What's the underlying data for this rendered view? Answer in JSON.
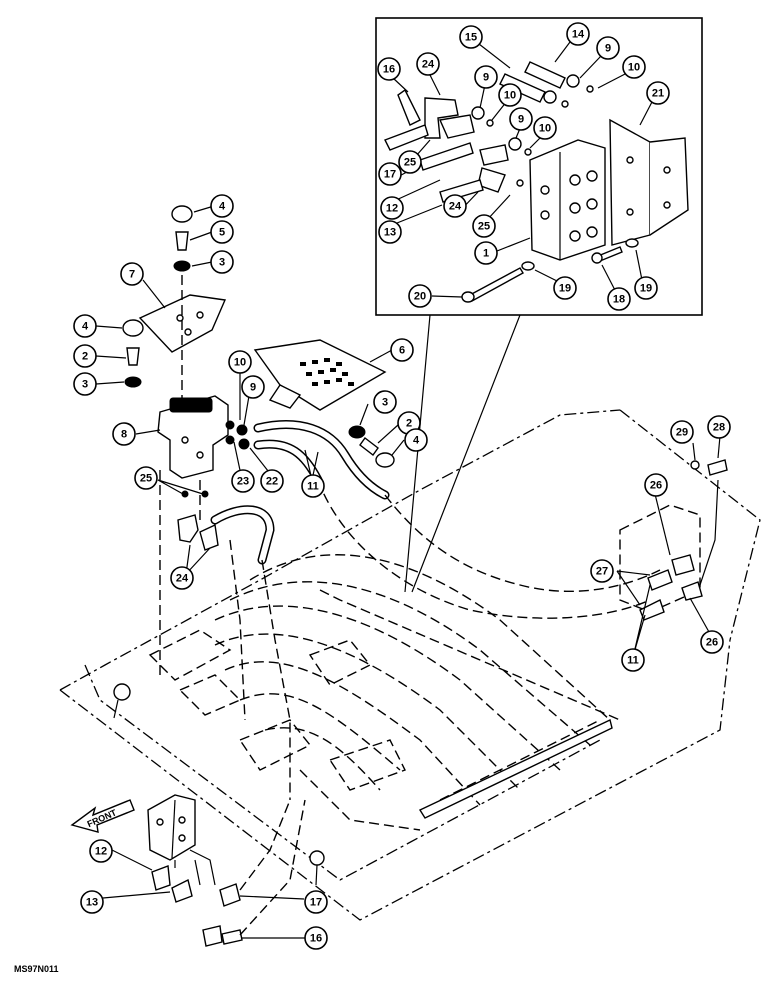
{
  "drawing_id": "MS97N011",
  "front_label": "FRONT",
  "callouts": [
    {
      "id": "c-inset-15",
      "label": "15"
    },
    {
      "id": "c-inset-14",
      "label": "14"
    },
    {
      "id": "c-inset-9a",
      "label": "9"
    },
    {
      "id": "c-inset-10a",
      "label": "10"
    },
    {
      "id": "c-inset-16",
      "label": "16"
    },
    {
      "id": "c-inset-24a",
      "label": "24"
    },
    {
      "id": "c-inset-9b",
      "label": "9"
    },
    {
      "id": "c-inset-10b",
      "label": "10"
    },
    {
      "id": "c-inset-9c",
      "label": "9"
    },
    {
      "id": "c-inset-10c",
      "label": "10"
    },
    {
      "id": "c-inset-21",
      "label": "21"
    },
    {
      "id": "c-inset-25",
      "label": "25"
    },
    {
      "id": "c-inset-17",
      "label": "17"
    },
    {
      "id": "c-inset-12",
      "label": "12"
    },
    {
      "id": "c-inset-24b",
      "label": "24"
    },
    {
      "id": "c-inset-25b",
      "label": "25"
    },
    {
      "id": "c-inset-13",
      "label": "13"
    },
    {
      "id": "c-inset-1",
      "label": "1"
    },
    {
      "id": "c-inset-20",
      "label": "20"
    },
    {
      "id": "c-inset-19a",
      "label": "19"
    },
    {
      "id": "c-inset-18",
      "label": "18"
    },
    {
      "id": "c-inset-19b",
      "label": "19"
    },
    {
      "id": "c-4a",
      "label": "4"
    },
    {
      "id": "c-5",
      "label": "5"
    },
    {
      "id": "c-3a",
      "label": "3"
    },
    {
      "id": "c-7",
      "label": "7"
    },
    {
      "id": "c-4b",
      "label": "4"
    },
    {
      "id": "c-2a",
      "label": "2"
    },
    {
      "id": "c-3b",
      "label": "3"
    },
    {
      "id": "c-6",
      "label": "6"
    },
    {
      "id": "c-10",
      "label": "10"
    },
    {
      "id": "c-9",
      "label": "9"
    },
    {
      "id": "c-8",
      "label": "8"
    },
    {
      "id": "c-3c",
      "label": "3"
    },
    {
      "id": "c-2b",
      "label": "2"
    },
    {
      "id": "c-4c",
      "label": "4"
    },
    {
      "id": "c-25",
      "label": "25"
    },
    {
      "id": "c-23",
      "label": "23"
    },
    {
      "id": "c-22",
      "label": "22"
    },
    {
      "id": "c-11a",
      "label": "11"
    },
    {
      "id": "c-24",
      "label": "24"
    },
    {
      "id": "c-29",
      "label": "29"
    },
    {
      "id": "c-28",
      "label": "28"
    },
    {
      "id": "c-26a",
      "label": "26"
    },
    {
      "id": "c-27",
      "label": "27"
    },
    {
      "id": "c-11b",
      "label": "11"
    },
    {
      "id": "c-26b",
      "label": "26"
    },
    {
      "id": "c-12",
      "label": "12"
    },
    {
      "id": "c-13",
      "label": "13"
    },
    {
      "id": "c-17",
      "label": "17"
    },
    {
      "id": "c-16",
      "label": "16"
    }
  ]
}
